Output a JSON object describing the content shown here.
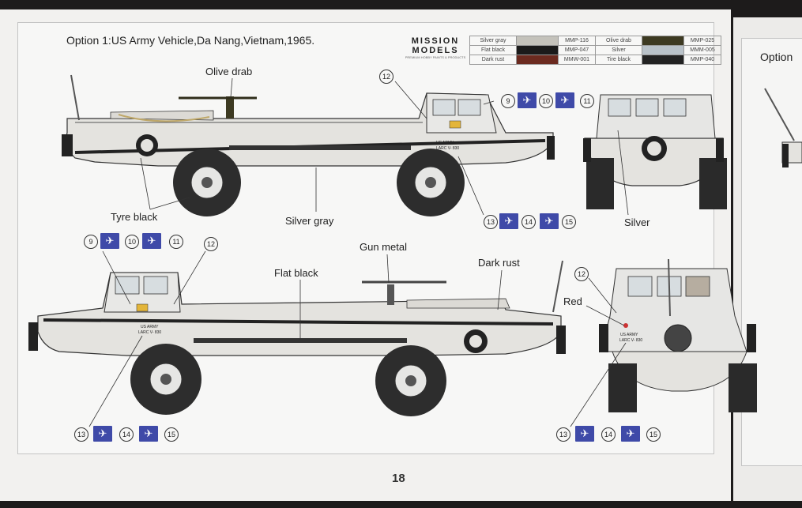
{
  "page": {
    "title": "Option 1:US Army Vehicle,Da Nang,Vietnam,1965.",
    "next_title": "Option",
    "number": "18"
  },
  "brand": {
    "line1": "MISSION",
    "line2": "MODELS",
    "tagline": "PREMIUM HOBBY PAINTS & PRODUCTS"
  },
  "paints": [
    {
      "name": "Silver gray",
      "code": "MMP-116",
      "color": "#c4c2bb"
    },
    {
      "name": "Flat black",
      "code": "MMP-047",
      "color": "#1a1a1a"
    },
    {
      "name": "Dark rust",
      "code": "MMW-001",
      "color": "#6b2a1f"
    },
    {
      "name": "Olive drab",
      "code": "MMP-025",
      "color": "#3d3a22"
    },
    {
      "name": "Silver",
      "code": "MMM-005",
      "color": "#b9c2c9"
    },
    {
      "name": "Tire black",
      "code": "MMP-040",
      "color": "#222222"
    }
  ],
  "labels": {
    "olive_drab": "Olive drab",
    "tyre_black": "Tyre black",
    "silver_gray": "Silver gray",
    "silver": "Silver",
    "gun_metal": "Gun metal",
    "flat_black": "Flat black",
    "dark_rust": "Dark rust",
    "red": "Red"
  },
  "callouts": {
    "n9": "9",
    "n10": "10",
    "n11": "11",
    "n12": "12",
    "n13": "13",
    "n14": "14",
    "n15": "15"
  },
  "markings": {
    "line1": "US ARMY",
    "line2": "LARC V- 830",
    "number": "830"
  },
  "decal_glyph": "✈"
}
